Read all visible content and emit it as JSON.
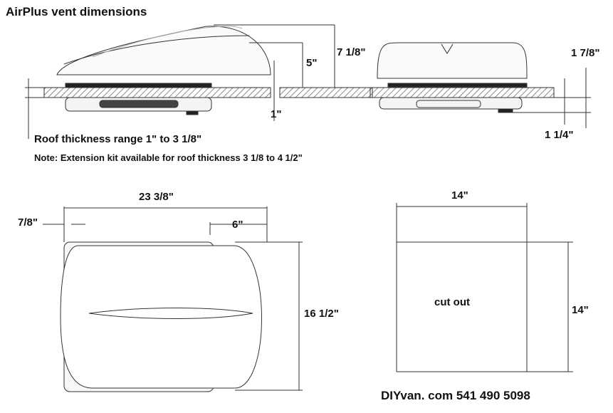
{
  "title": "AirPlus vent dimensions",
  "side_view": {
    "total_height": "7 1/8\"",
    "closed_height": "5\"",
    "roof_min": "1\"",
    "roof_note": "Roof thickness range 1\" to 3 1/8\"",
    "extension_note": "Note: Extension kit available for roof thickness 3 1/8 to 4 1/2\""
  },
  "front_view": {
    "inner_drop": "1 7/8\"",
    "knob_drop": "1 1/4\""
  },
  "top_view": {
    "length": "23 3/8\"",
    "flange": "7/8\"",
    "rear_offset": "6\"",
    "width": "16 1/2\""
  },
  "cutout": {
    "width": "14\"",
    "height": "14\"",
    "label": "cut out"
  },
  "footer": "DIYvan. com 541 490 5098"
}
